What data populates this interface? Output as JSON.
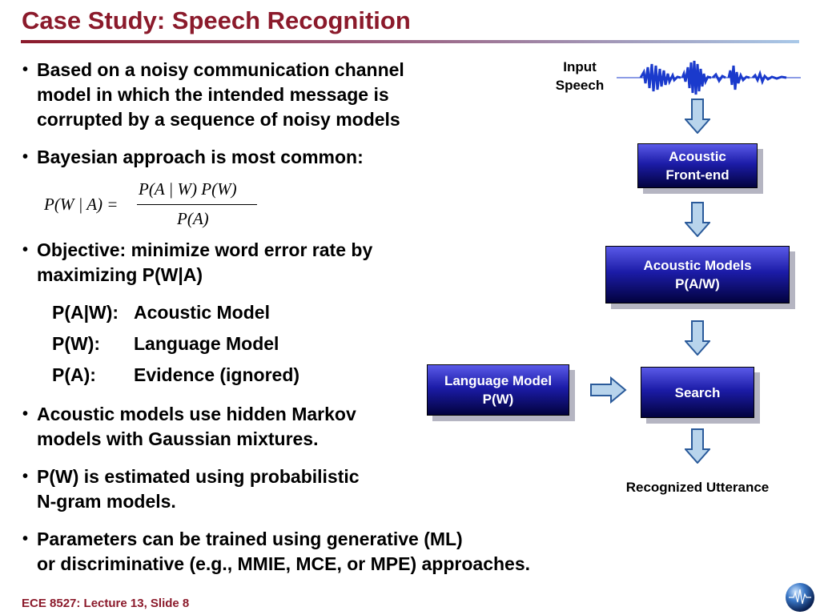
{
  "slide": {
    "title": "Case Study: Speech Recognition",
    "footer": "ECE 8527: Lecture 13, Slide 8"
  },
  "bullets": [
    {
      "lines": [
        "Based on a noisy communication channel",
        "model in which the intended message is",
        "corrupted by a sequence of noisy models"
      ]
    },
    {
      "lines": [
        "Bayesian approach is most common:"
      ]
    },
    {
      "lines": [
        "Objective: minimize word error rate by",
        "maximizing P(W|A)"
      ]
    },
    {
      "lines": [
        "Acoustic models use hidden Markov",
        "models with Gaussian mixtures."
      ]
    },
    {
      "lines": [
        "P(W) is estimated using probabilistic",
        "N-gram  models."
      ]
    },
    {
      "lines": [
        "Parameters can be trained using generative (ML)",
        "or discriminative (e.g., MMIE, MCE, or MPE) approaches."
      ]
    }
  ],
  "formula": {
    "lhs": "P(W | A) =",
    "numerator": "P(A | W) P(W)",
    "denominator": "P(A)"
  },
  "definitions": [
    {
      "term": "P(A|W):",
      "meaning": "Acoustic Model"
    },
    {
      "term": "P(W):",
      "meaning": "Language Model"
    },
    {
      "term": "P(A):",
      "meaning": "Evidence (ignored)"
    }
  ],
  "diagram": {
    "input_label": [
      "Input",
      "Speech"
    ],
    "front_end": [
      "Acoustic",
      "Front-end"
    ],
    "acoustic_models": [
      "Acoustic Models",
      "P(A/W)"
    ],
    "language_model": [
      "Language Model",
      "P(W)"
    ],
    "search": [
      "Search"
    ],
    "output_label": "Recognized Utterance"
  },
  "colors": {
    "title": "#8b1a2b",
    "box_top": "#5a5ae8",
    "box_bottom": "#02023e",
    "arrow_fill": "#b8d4ec",
    "arrow_stroke": "#2a5a9a",
    "waveform": "#1a3acc"
  },
  "icons": [
    "globe-logo-icon",
    "speech-waveform-icon",
    "down-arrow-icon",
    "right-arrow-icon"
  ]
}
